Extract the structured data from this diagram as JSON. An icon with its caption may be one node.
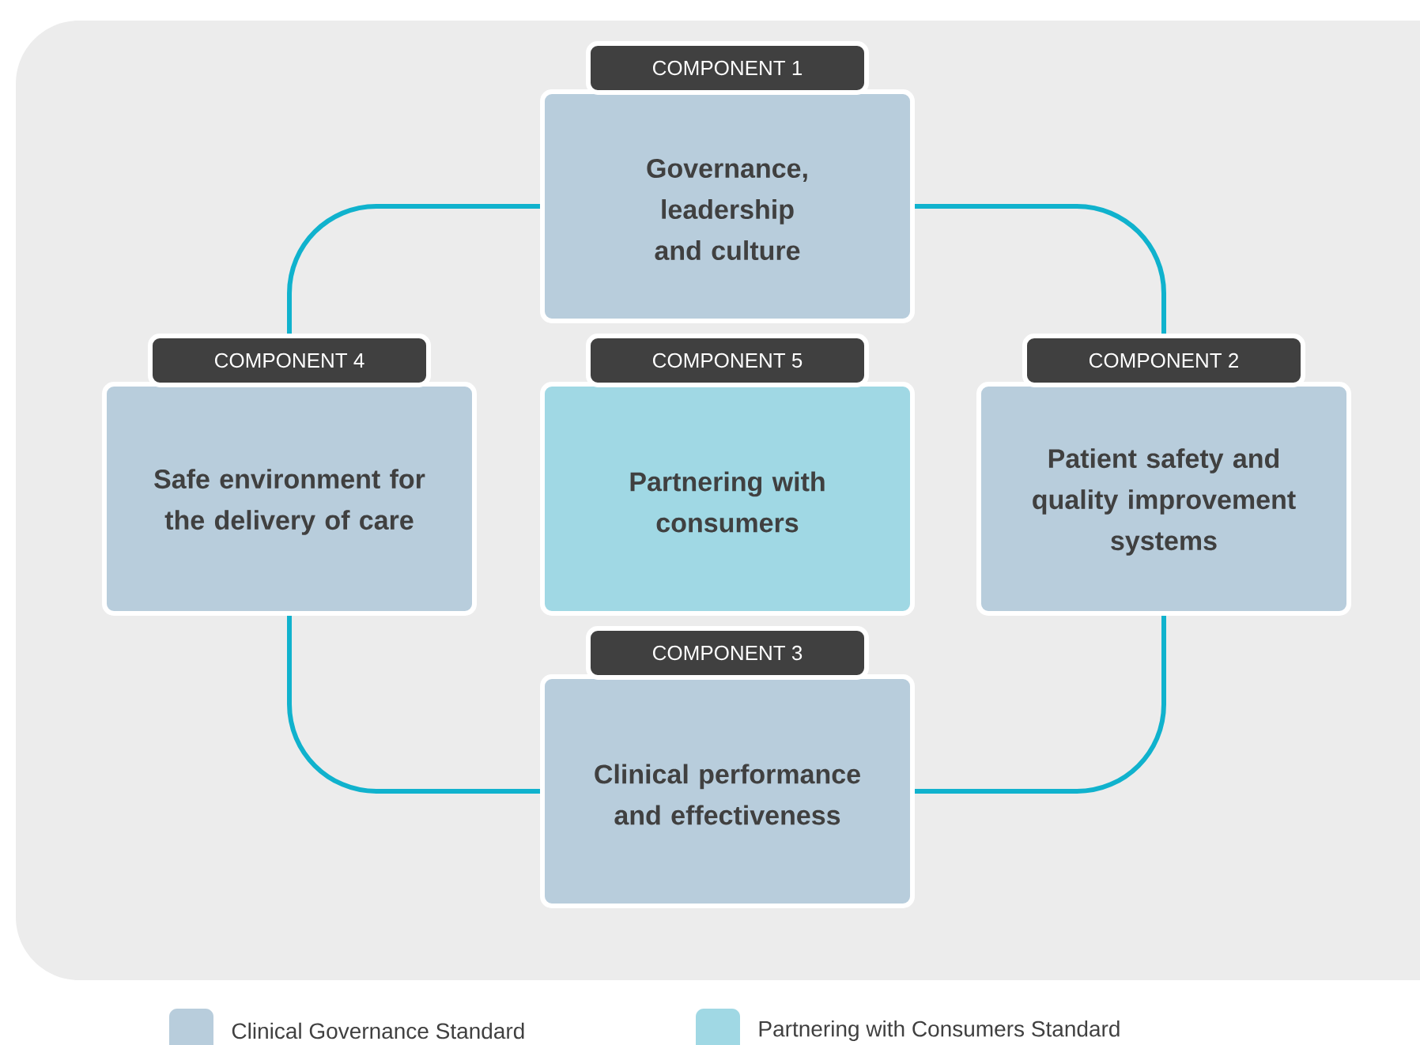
{
  "diagram": {
    "nodes": [
      {
        "text": [
          "COMPONENT 1",
          "Governance, leadership and culture"
        ]
      },
      {
        "text": [
          "COMPONENT 4",
          "Safe environment for the delivery of care"
        ]
      },
      {
        "text": [
          "COMPONENT 5",
          "Partnering with consumers"
        ]
      },
      {
        "text": [
          "COMPONENT 2",
          "Patient safety and quality improvement systems"
        ]
      },
      {
        "text": [
          "COMPONENT 3",
          "Clinical performance and effectiveness"
        ]
      }
    ],
    "edges": [
      {
        "from": 0,
        "to": 3,
        "arrow": "none"
      },
      {
        "from": 3,
        "to": 4,
        "arrow": "none"
      },
      {
        "from": 4,
        "to": 1,
        "arrow": "none"
      },
      {
        "from": 1,
        "to": 0,
        "arrow": "none"
      }
    ],
    "legend": [
      {
        "text": "Clinical Governance Standard",
        "color": "#b8cddc"
      },
      {
        "text": "Partnering with Consumers Standard",
        "color": "#a0d8e4"
      }
    ]
  }
}
